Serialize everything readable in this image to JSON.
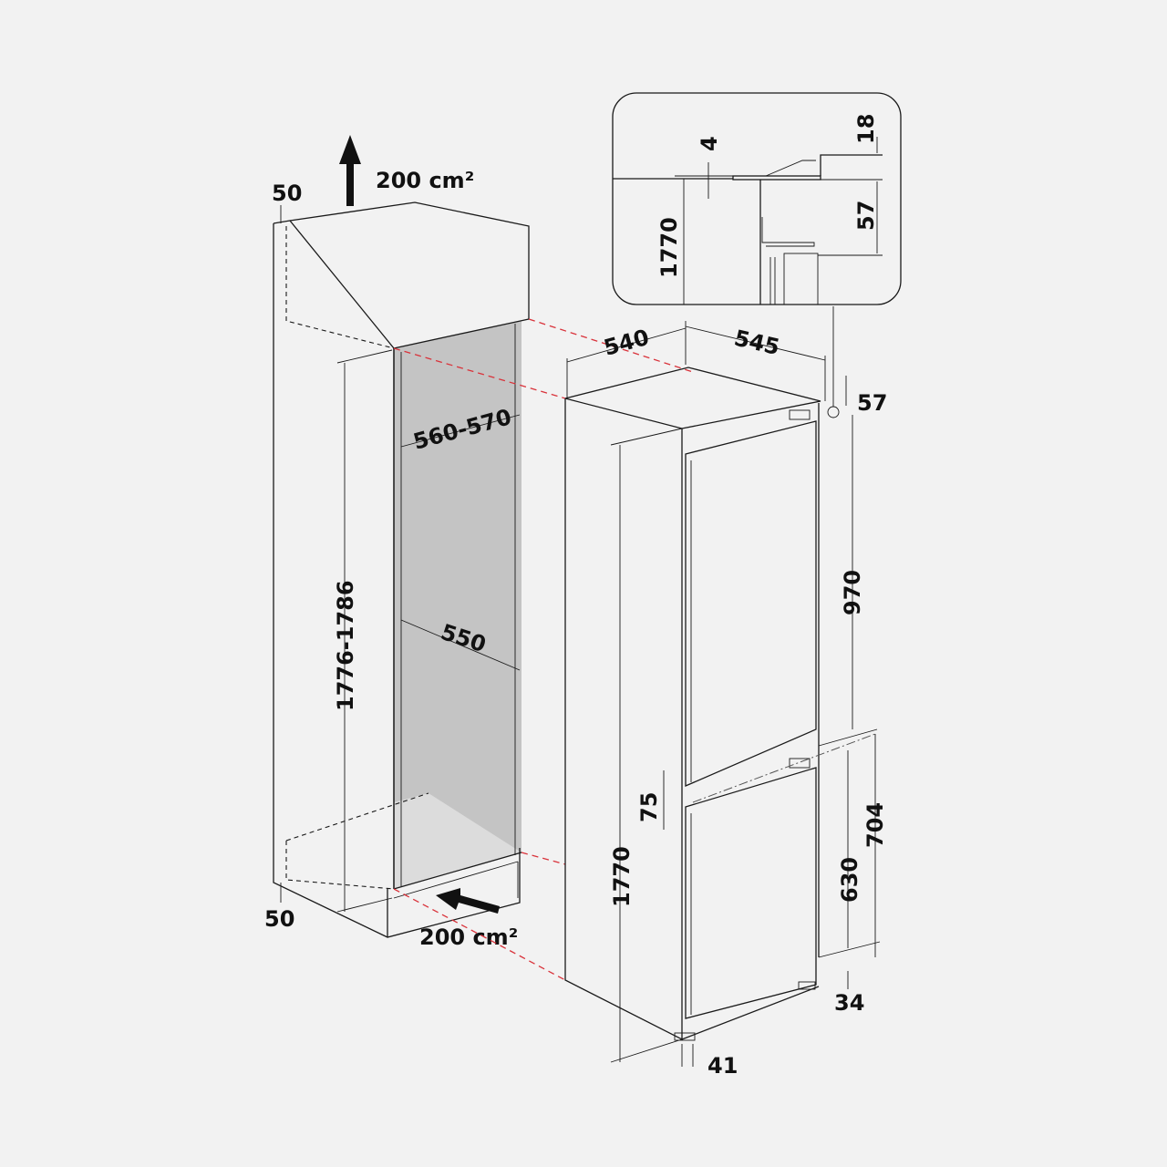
{
  "colors": {
    "background": "#f2f2f2",
    "line": "#1a1a1a",
    "niche": "#c4c4c4",
    "floor": "#dcdcdc",
    "guide": "#d9323a"
  },
  "cabinet": {
    "top_clearance": "50",
    "bottom_clearance": "50",
    "vent_top": "200 cm²",
    "vent_bottom": "200 cm²",
    "niche_height": "1776-1786",
    "niche_width": "560-570",
    "niche_depth": "550"
  },
  "appliance": {
    "width": "540",
    "depth": "545",
    "top_offset": "57",
    "height": "1770",
    "upper_door": "970",
    "door_gap": "75",
    "lower_section": "704",
    "lower_door": "630",
    "bottom_offset": "34",
    "door_offset": "41"
  },
  "detail": {
    "gap": "4",
    "height": "1770",
    "top_offset": "18",
    "hinge": "57"
  }
}
